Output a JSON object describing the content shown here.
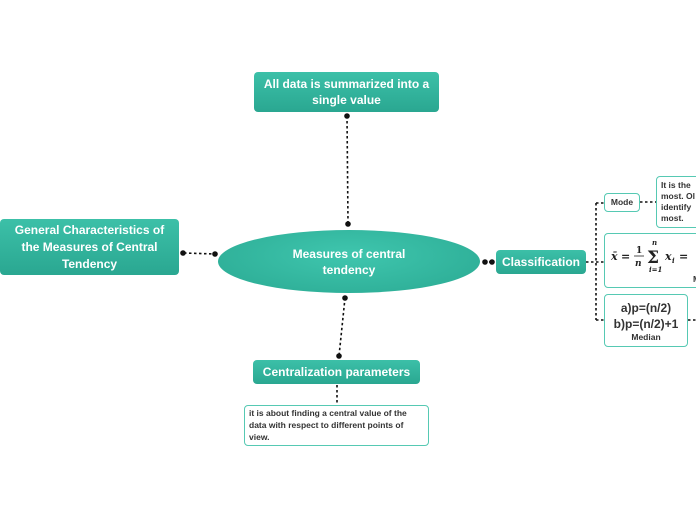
{
  "central": {
    "label": "Measures of central tendency"
  },
  "top": {
    "label": "All data is summarized into a single value"
  },
  "left": {
    "label": "General Characteristics of the Measures of Central Tendency"
  },
  "bottom": {
    "label": "Centralization parameters",
    "note": "it is about finding a central value of the data with respect to different points of view."
  },
  "right": {
    "label": "Classification",
    "mode": {
      "label": "Mode",
      "note_lines": [
        "It is the",
        "most. Ol",
        "identify",
        "most."
      ]
    },
    "mean": {
      "caption": "M"
    },
    "median": {
      "line1": "a)p=(n/2)",
      "line2": "b)p=(n/2)+1",
      "caption": "Median"
    }
  },
  "colors": {
    "node": "#2aa791",
    "note_border": "#56c9b3",
    "connector": "#111111"
  }
}
